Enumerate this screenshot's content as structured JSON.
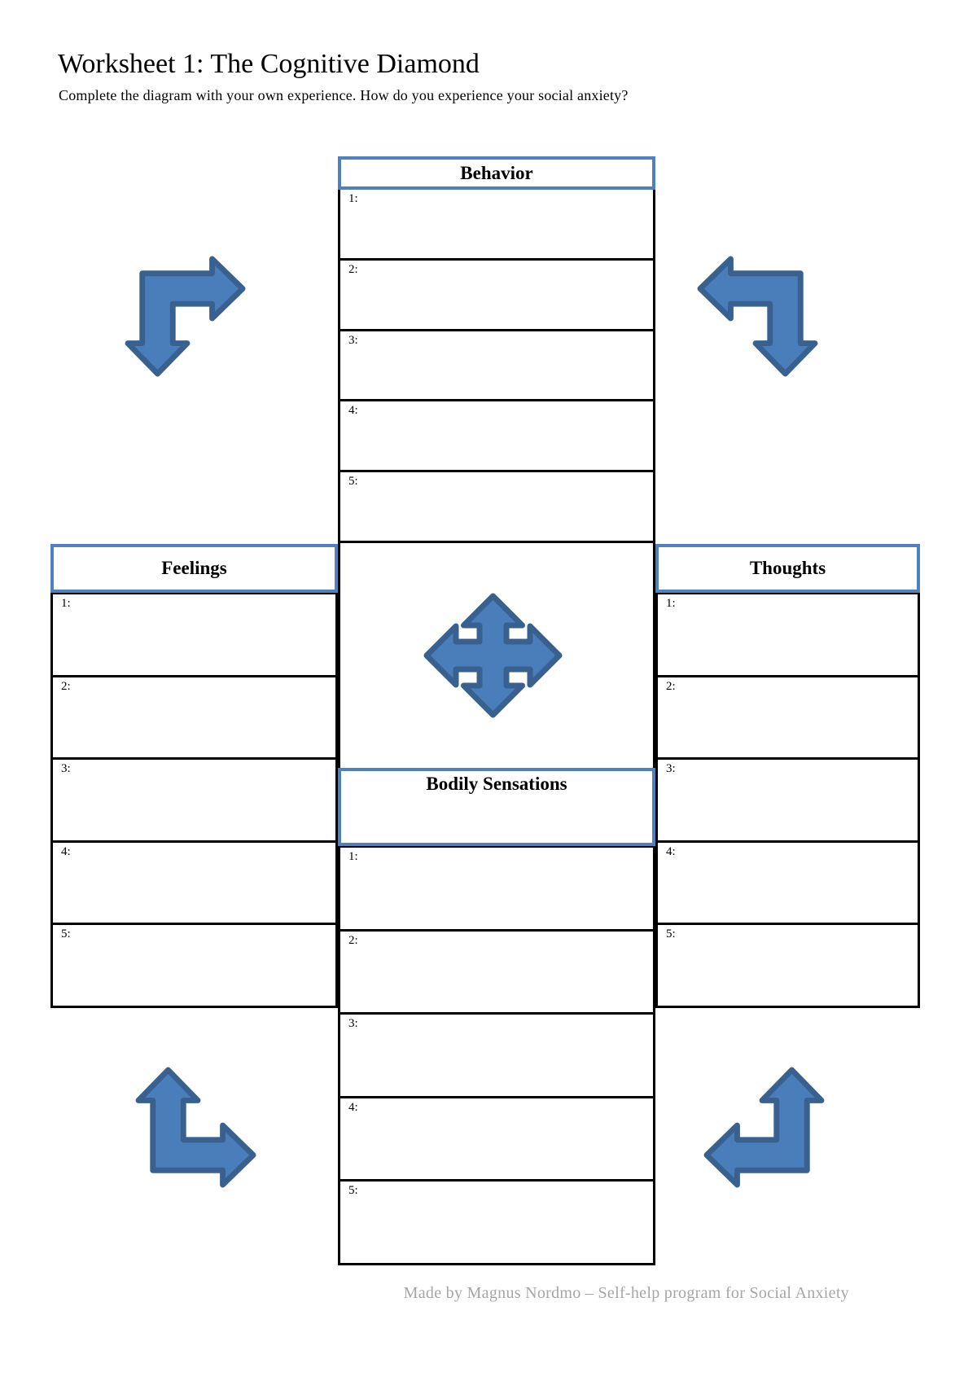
{
  "page": {
    "title": "Worksheet 1: The Cognitive Diamond",
    "subtitle": "Complete the diagram with your own experience. How do you experience your social anxiety?",
    "footer": "Made by Magnus Nordmo – Self-help program for Social Anxiety"
  },
  "panels": {
    "behavior": {
      "title": "Behavior",
      "rows": [
        "1:",
        "2:",
        "3:",
        "4:",
        "5:"
      ]
    },
    "feelings": {
      "title": "Feelings",
      "rows": [
        "1:",
        "2:",
        "3:",
        "4:",
        "5:"
      ]
    },
    "thoughts": {
      "title": "Thoughts",
      "rows": [
        "1:",
        "2:",
        "3:",
        "4:",
        "5:"
      ]
    },
    "bodily_sensations": {
      "title": "Bodily Sensations",
      "rows": [
        "1:",
        "2:",
        "3:",
        "4:",
        "5:"
      ]
    }
  },
  "icons": {
    "top_left": "bent-double-arrow-right-and-down",
    "top_right": "bent-double-arrow-left-and-down",
    "bottom_left": "bent-double-arrow-up-and-right",
    "bottom_right": "bent-double-arrow-up-and-left",
    "center": "four-way-arrow"
  },
  "colors": {
    "accent_blue_border": "#4f81bd",
    "arrow_fill": "#4a7ebb",
    "arrow_stroke": "#38618f",
    "table_border": "#000000",
    "footer_gray": "#a6a6a6"
  }
}
